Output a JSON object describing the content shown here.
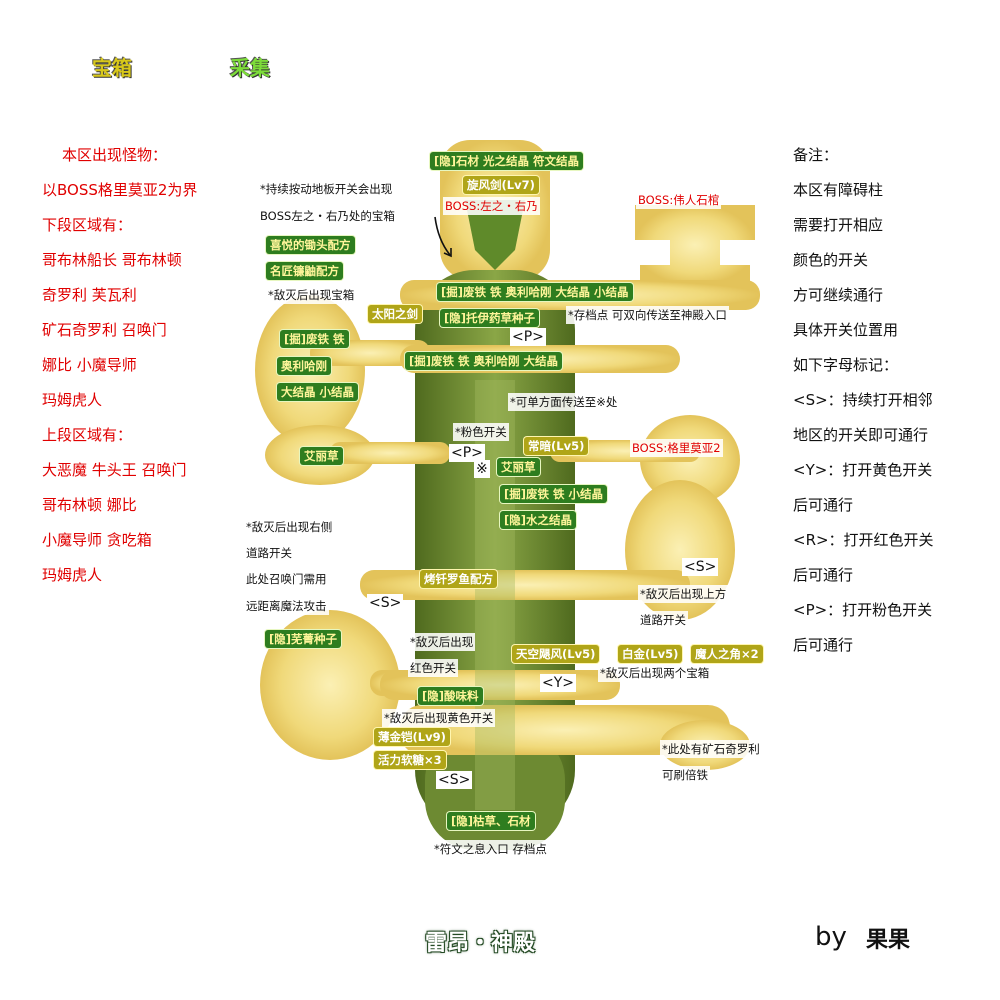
{
  "legend": {
    "chest": "宝箱",
    "gather": "采集"
  },
  "monsters": [
    "本区出现怪物：",
    "以BOSS格里莫亚2为界",
    "下段区域有：",
    "哥布林船长 哥布林顿",
    "奇罗利 芙瓦利",
    "矿石奇罗利 召唤门",
    "娜比 小魔导师",
    "玛姆虎人",
    "上段区域有：",
    "大恶魔 牛头王 召唤门",
    "哥布林顿 娜比",
    "小魔导师 贪吃箱",
    "玛姆虎人"
  ],
  "notes": [
    "备注：",
    "本区有障碍柱",
    "需要打开相应",
    "颜色的开关",
    "方可继续通行",
    "具体开关位置用",
    "如下字母标记：",
    "<S>：持续打开相邻",
    "地区的开关即可通行",
    "<Y>：打开黄色开关",
    "后可通行",
    "<R>：打开红色开关",
    "后可通行",
    "<P>：打开粉色开关",
    "后可通行"
  ],
  "map": {
    "green_labels": {
      "top_gather": "[隐]石材 光之结晶 符文结晶",
      "recipe1": "喜悦的锄头配方",
      "recipe2": "名匠镰鼬配方",
      "mine1": "[掘]废铁 铁 奥利哈刚 大结晶 小结晶",
      "herb1": "[隐]托伊药草种子",
      "left_mine": "[掘]废铁 铁",
      "left_ori": "奥利哈刚",
      "left_crystal": "大结晶 小结晶",
      "mine2": "[掘]废铁 铁 奥利哈刚 大结晶",
      "herb_left": "艾丽草",
      "herb_mid": "艾丽草",
      "mine3": "[掘]废铁 铁 小结晶",
      "water": "[隐]水之结晶",
      "seed": "[隐]芜菁种子",
      "sour": "[隐]酸味料",
      "bottom": "[隐]枯草、石材"
    },
    "yellow_labels": {
      "sword": "旋风剑(Lv7)",
      "sun": "太阳之剑",
      "dark": "常暗(Lv5)",
      "recipe3": "烤钎罗鱼配方",
      "sky": "天空飓风(Lv5)",
      "platinum": "白金(Lv5)",
      "horn": "魔人之角×2",
      "armor": "薄金铠(Lv9)",
      "candy": "活力软糖×3"
    },
    "red_labels": {
      "boss_top": "BOSS:左之・右乃",
      "boss_giant": "BOSS:伟人石棺",
      "boss_grimoire": "BOSS:格里莫亚2"
    },
    "notes": {
      "n1": "*持续按动地板开关会出现",
      "n2": "BOSS左之・右乃处的宝箱",
      "n3": "*敌灭后出现宝箱",
      "n4": "*存档点 可双向传送至神殿入口",
      "n5": "*可单方面传送至※处",
      "n6": "*粉色开关",
      "n7a": "*敌灭后出现右侧",
      "n7b": "道路开关",
      "n7c": "此处召唤门需用",
      "n7d": "远距离魔法攻击",
      "n8a": "*敌灭后出现上方",
      "n8b": "道路开关",
      "n9a": "*敌灭后出现",
      "n9b": "红色开关",
      "n10": "*敌灭后出现两个宝箱",
      "n11": "*敌灭后出现黄色开关",
      "n12a": "*此处有矿石奇罗利",
      "n12b": "可刷倍铁",
      "n13": "*符文之息入口 存档点"
    },
    "markers": {
      "p1": "<P>",
      "p2": "<P>",
      "star": "※",
      "s1": "<S>",
      "s2": "<S>",
      "y": "<Y>",
      "s3": "<S>"
    }
  },
  "footer": {
    "title": "雷昂・神殿",
    "by": "by",
    "author": "果果"
  },
  "colors": {
    "path": "#f1dc84",
    "column": "#6e8a33",
    "green_tag": "#2e7d1f",
    "yellow_tag": "#b0a518",
    "red_text": "#e00000"
  }
}
